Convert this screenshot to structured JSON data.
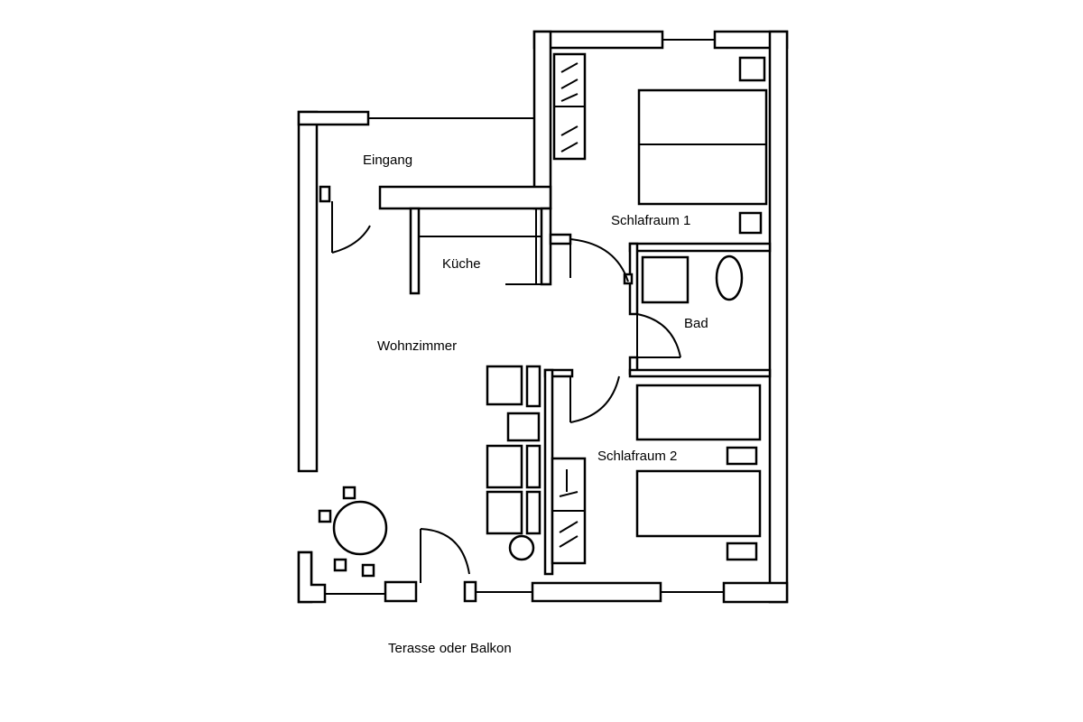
{
  "floorplan": {
    "rooms": {
      "entrance": "Eingang",
      "kitchen": "Küche",
      "living_room": "Wohnzimmer",
      "bedroom_1": "Schlafraum 1",
      "bathroom": "Bad",
      "bedroom_2": "Schlafraum 2"
    },
    "outside": {
      "terrace": "Terasse oder Balkon"
    }
  }
}
